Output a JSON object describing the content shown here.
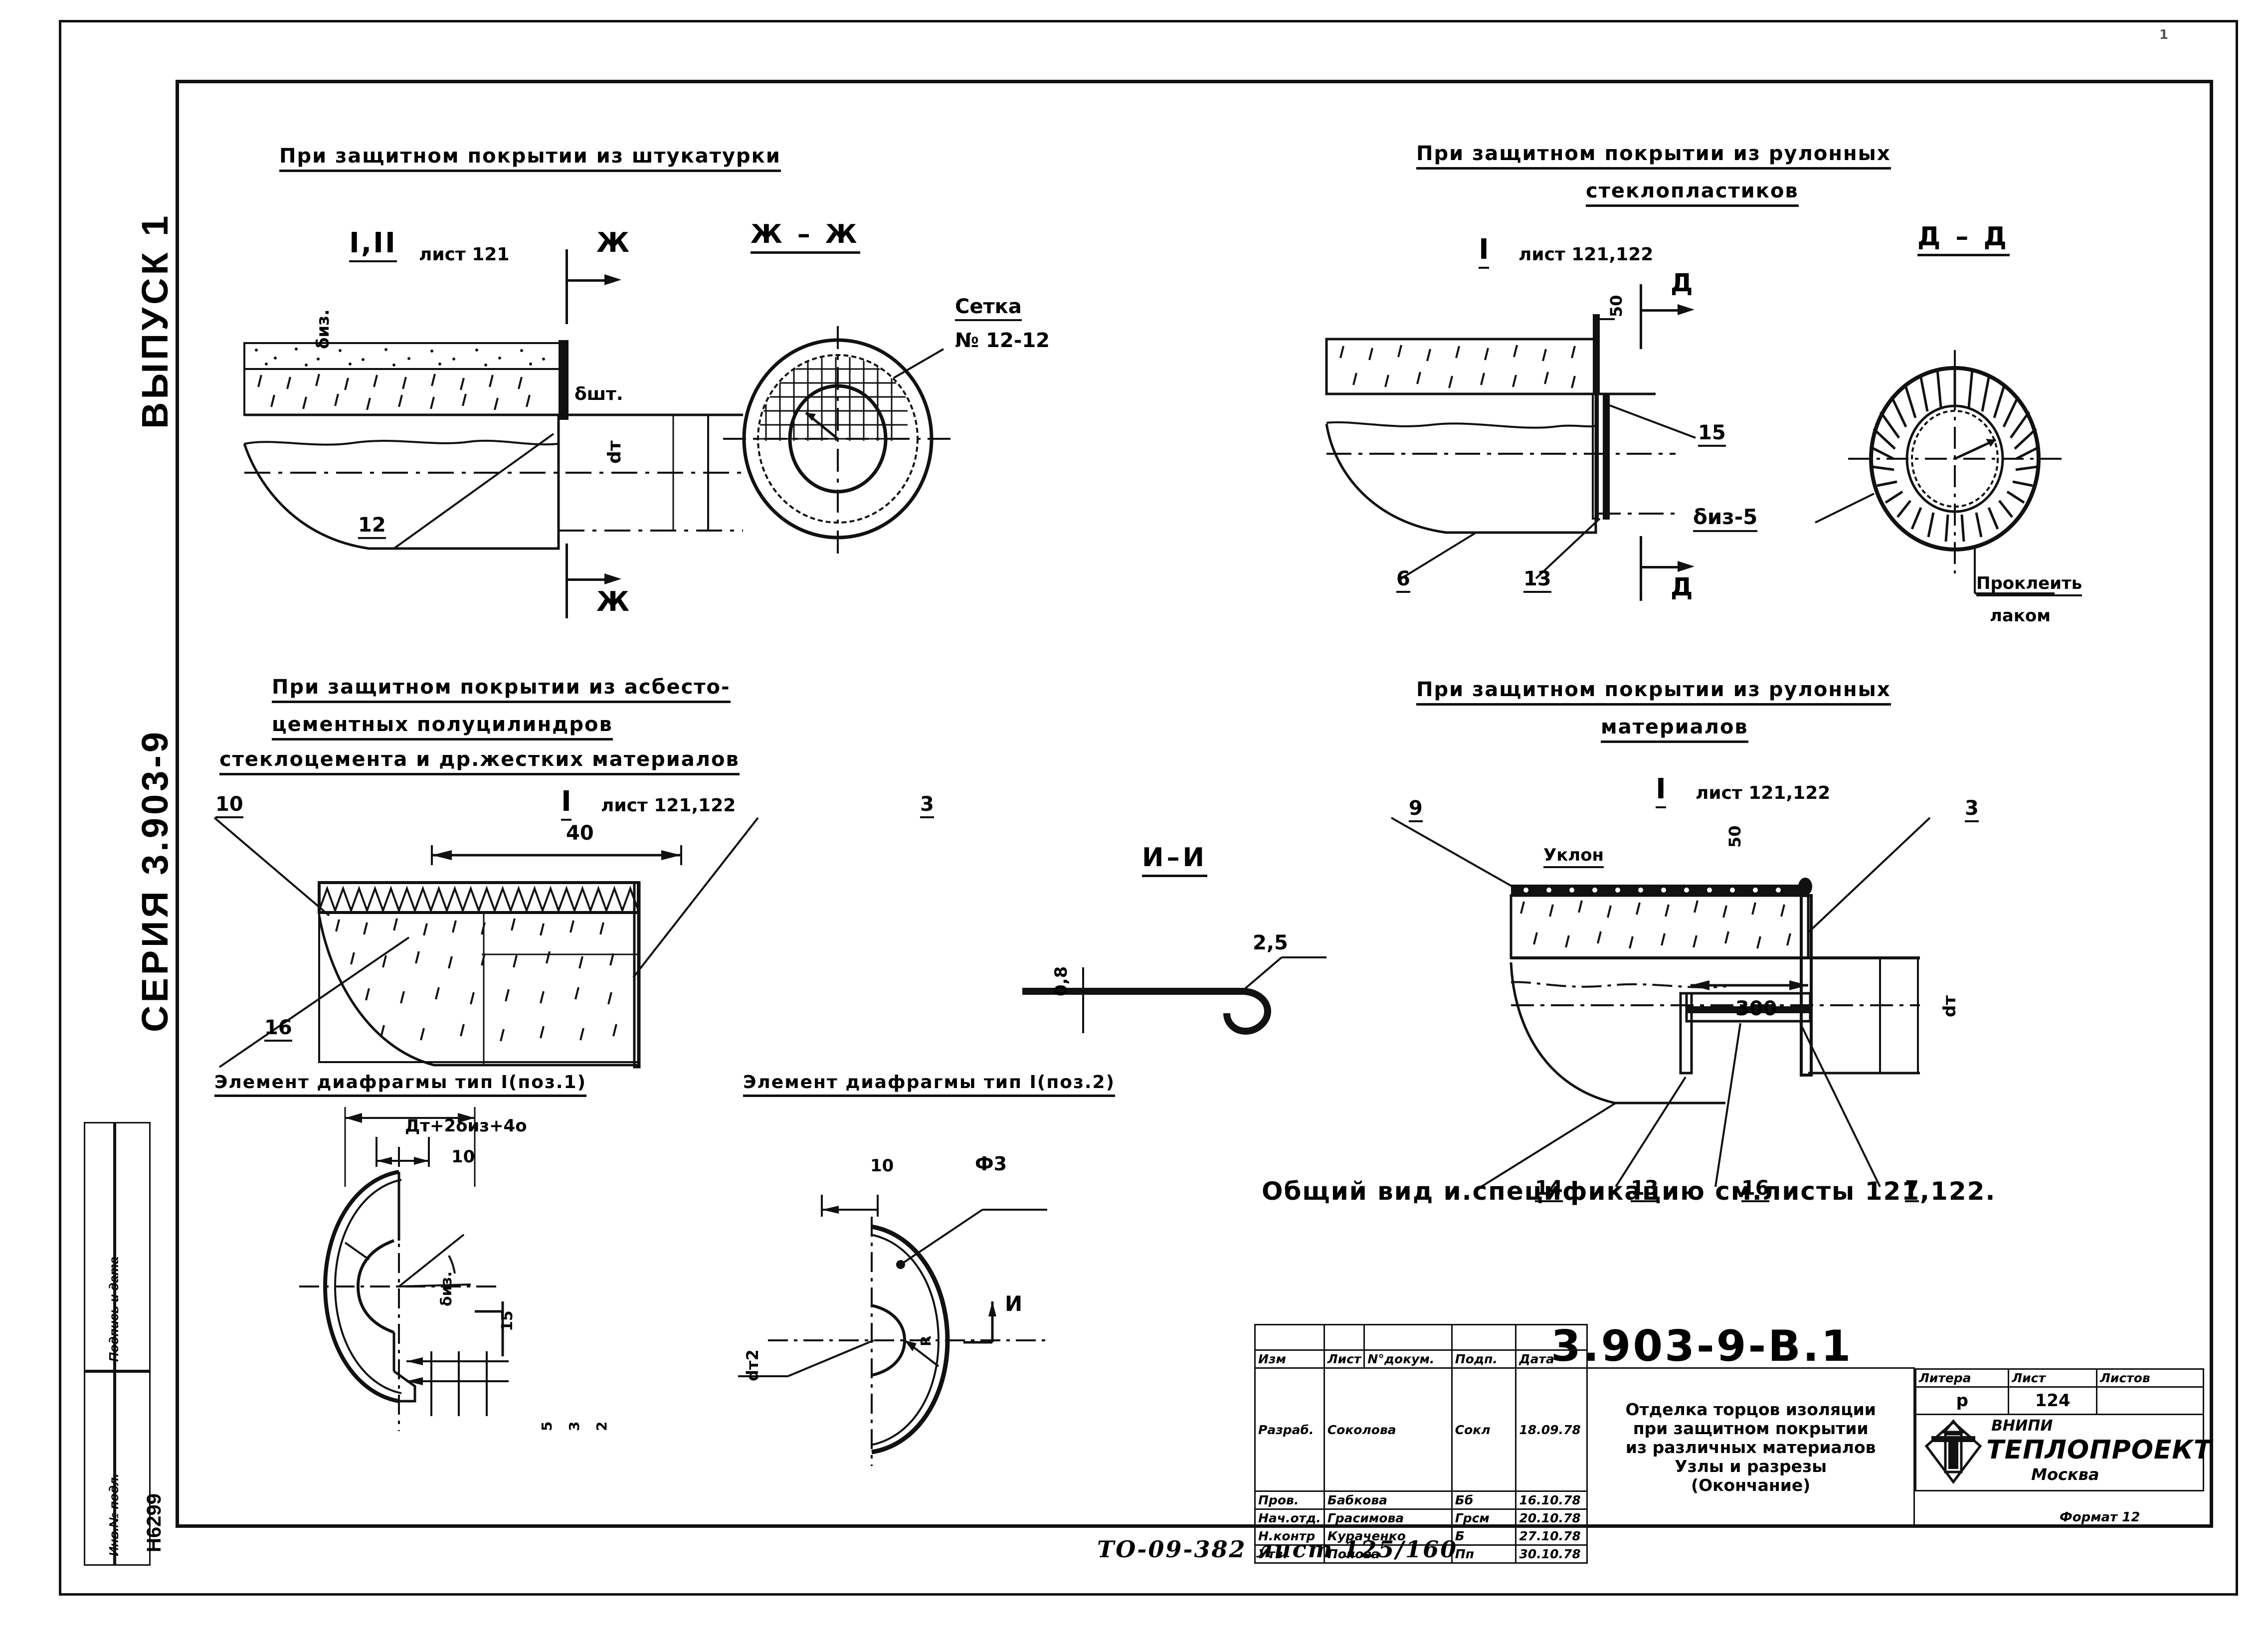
{
  "sheet": {
    "series_label": "СЕРИЯ 3.903-9",
    "issue_label": "ВЫПУСК 1",
    "inventory_col_label": "Инв.№ подл.",
    "signature_col_label": "Подпись и дата",
    "inventory_number": "Н6299",
    "corner_mark": "1",
    "footer_code": "ТО-09-382 лист 125/160",
    "format_label": "Формат 12"
  },
  "panels": {
    "plaster": {
      "heading": "При защитном покрытии из штукатурки",
      "view_label": "I,II",
      "view_sheet": "лист 121",
      "section_mark": "Ж",
      "section_title": "Ж – Ж",
      "dim_insulation": "δиз.",
      "dim_plaster": "δшт.",
      "dim_pipe": "dт",
      "callout_12": "12",
      "mesh_label_1": "Сетка",
      "mesh_label_2": "№ 12-12"
    },
    "fiberglass": {
      "heading_line1": "При защитном покрытии из рулонных",
      "heading_line2": "стеклопластиков",
      "view_label": "I",
      "view_sheet": "лист 121,122",
      "dim_50": "50",
      "section_mark": "Д",
      "section_title": "Д – Д",
      "callout_15": "15",
      "callout_6": "6",
      "callout_13": "13",
      "label_diz5": "δиз-5",
      "note_line1": "Проклеить",
      "note_line2": "лаком"
    },
    "asbestos": {
      "heading_line1": "При защитном покрытии из асбесто-",
      "heading_line2": "цементных полуцилиндров",
      "heading_line3": "стеклоцемента и др.жестких материалов",
      "view_label": "I",
      "view_sheet": "лист 121,122",
      "dim_40": "40",
      "callout_10": "10",
      "callout_3": "3",
      "callout_16": "16"
    },
    "roll_materials": {
      "heading_line1": "При защитном покрытии из рулонных",
      "heading_line2": "материалов",
      "view_label": "I",
      "view_sheet": "лист 121,122",
      "slope_label": "Уклон",
      "dim_50": "50",
      "dim_300": "300",
      "dim_pipe": "dт",
      "callout_9": "9",
      "callout_3": "3",
      "callout_14": "14",
      "callout_13": "13",
      "callout_16": "16",
      "callout_7": "7"
    },
    "section_ii": {
      "title": "И–И",
      "dim_thickness": "0,8",
      "dim_radius": "2,5"
    },
    "diaphragm_1": {
      "heading": "Элемент диафрагмы тип I(поз.1)",
      "dim_top": "Дт+2δиз+4о",
      "dim_10": "10",
      "dim_diz": "δиз.",
      "dim_15": "15",
      "dim_5": "5",
      "dim_3": "3",
      "dim_2": "2"
    },
    "diaphragm_2": {
      "heading": "Элемент диафрагмы тип I(поз.2)",
      "dim_10": "10",
      "dim_phi3": "Ф3",
      "dim_dt2": "dт2",
      "section_mark": "И",
      "dim_r": "R"
    },
    "general_note": "Общий вид и.спецификацию см.листы 121,122."
  },
  "title_block": {
    "code": "3.903-9-В.1",
    "headers": [
      "Изм",
      "Лист",
      "N°докум.",
      "Подп.",
      "Дата"
    ],
    "rows": [
      {
        "role": "Разраб.",
        "name": "Соколова",
        "sign": "Сокл",
        "date": "18.09.78"
      },
      {
        "role": "Пров.",
        "name": "Бабкова",
        "sign": "Бб",
        "date": "16.10.78"
      },
      {
        "role": "Нач.отд.",
        "name": "Грасимова",
        "sign": "Грсм",
        "date": "20.10.78"
      },
      {
        "role": "Н.контр",
        "name": "Кураченко",
        "sign": "Б",
        "date": "27.10.78"
      },
      {
        "role": "Утв.",
        "name": "Попова",
        "sign": "Пп",
        "date": "30.10.78"
      }
    ],
    "drawing_title": [
      "Отделка торцов изоляции",
      "при защитном покрытии",
      "из различных материалов",
      "Узлы и разрезы",
      "(Окончание)"
    ],
    "stage_header": "Литера",
    "sheet_header": "Лист",
    "sheets_header": "Листов",
    "stage_value": "р",
    "sheet_value": "124",
    "sheets_value": "",
    "org_line1": "ВНИПИ",
    "org_line2": "ТЕПЛОПРОЕКТ",
    "org_line3": "Москва"
  },
  "colors": {
    "ink": "#111111",
    "paper": "#ffffff"
  }
}
